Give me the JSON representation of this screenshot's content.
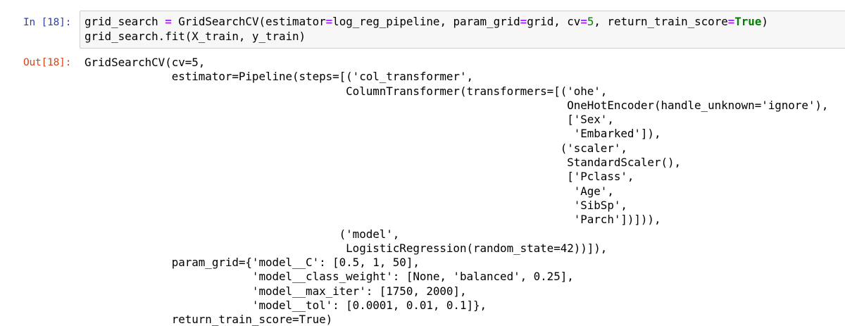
{
  "notebook": {
    "cells": [
      {
        "type": "code",
        "execution_count": 18,
        "input_prompt": "In [18]:",
        "input_tokens": [
          [
            {
              "t": "grid_search ",
              "c": ""
            },
            {
              "t": "=",
              "c": "op"
            },
            {
              "t": " GridSearchCV(estimator",
              "c": ""
            },
            {
              "t": "=",
              "c": "op"
            },
            {
              "t": "log_reg_pipeline, param_grid",
              "c": ""
            },
            {
              "t": "=",
              "c": "op"
            },
            {
              "t": "grid, cv",
              "c": ""
            },
            {
              "t": "=",
              "c": "op"
            },
            {
              "t": "5",
              "c": "num"
            },
            {
              "t": ", return_train_score",
              "c": ""
            },
            {
              "t": "=",
              "c": "op"
            },
            {
              "t": "True",
              "c": "kw"
            },
            {
              "t": ")",
              "c": ""
            }
          ],
          [
            {
              "t": "grid_search.fit(X_train, y_train)",
              "c": ""
            }
          ]
        ],
        "output_prompt": "Out[18]:",
        "output_lines": [
          "GridSearchCV(cv=5,",
          "             estimator=Pipeline(steps=[('col_transformer',",
          "                                       ColumnTransformer(transformers=[('ohe',",
          "                                                                        OneHotEncoder(handle_unknown='ignore'),",
          "                                                                        ['Sex',",
          "                                                                         'Embarked']),",
          "                                                                       ('scaler',",
          "                                                                        StandardScaler(),",
          "                                                                        ['Pclass',",
          "                                                                         'Age',",
          "                                                                         'SibSp',",
          "                                                                         'Parch'])])),",
          "                                      ('model',",
          "                                       LogisticRegression(random_state=42))]),",
          "             param_grid={'model__C': [0.5, 1, 50],",
          "                         'model__class_weight': [None, 'balanced', 0.25],",
          "                         'model__max_iter': [1750, 2000],",
          "                         'model__tol': [0.0001, 0.01, 0.1]},",
          "             return_train_score=True)"
        ]
      }
    ]
  },
  "colors": {
    "input_prompt": "#303f9f",
    "output_prompt": "#d84315",
    "input_bg": "#f7f7f7",
    "input_border": "#cfcfcf",
    "operator": "#aa22ff",
    "number_keyword": "#008000"
  }
}
